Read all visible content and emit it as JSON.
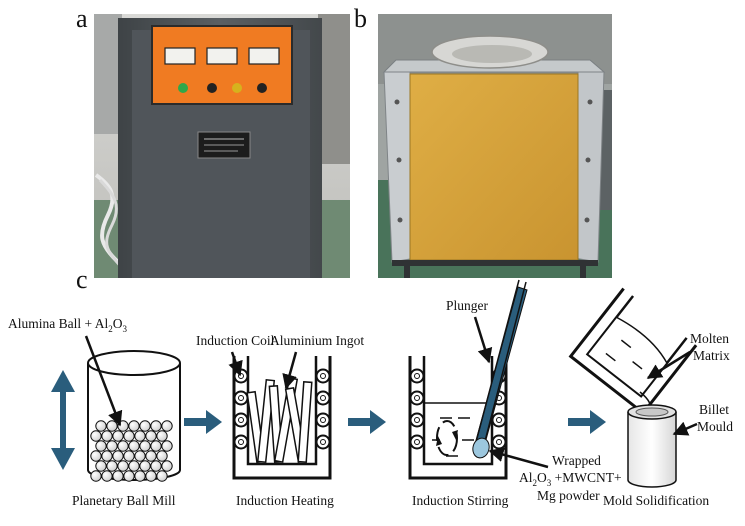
{
  "panels": {
    "a": "a",
    "b": "b",
    "c": "c"
  },
  "photo_a": {
    "icons": [
      "induction-furnace-control-panel"
    ],
    "colors": {
      "cabinet": "#4f5458",
      "panel": "#f07b22",
      "wall": "#cfcfcc"
    }
  },
  "photo_b": {
    "icons": [
      "induction-furnace"
    ],
    "colors": {
      "body": "#d7a238",
      "frame": "#b7bcc0",
      "floor": "#49735a"
    }
  },
  "diagram": {
    "labels": {
      "alumina_ball": "Alumina Ball + Al",
      "alumina_ball_sub": "2",
      "alumina_ball_o": "O",
      "alumina_ball_sub2": "3",
      "induction_coil": "Induction Coil",
      "aluminium_ingot": "Aluminium Ingot",
      "plunger": "Plunger",
      "molten": "Molten",
      "matrix": "Matrix",
      "billet": "Billet",
      "mould": "Mould",
      "wrapped": "Wrapped",
      "al2o3_a": "Al",
      "al2o3_sub1": "2",
      "al2o3_b": "O",
      "al2o3_sub2": "3",
      "al2o3_c": " +MWCNT+",
      "mg_powder": "Mg powder"
    },
    "captions": {
      "ball_mill": "Planetary Ball Mill",
      "heating": "Induction Heating",
      "stirring": "Induction Stirring",
      "solidification": "Mold Solidification"
    },
    "colors": {
      "arrow": "#2a5d7c",
      "outline": "#111111"
    }
  }
}
